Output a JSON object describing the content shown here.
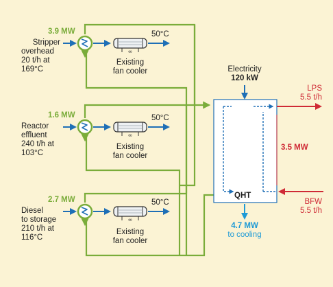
{
  "streams": [
    {
      "duty": "3.9 MW",
      "name_lines": [
        "Stripper",
        "overhead"
      ],
      "flow": "20 t/h at",
      "temp": "169°C",
      "outlet_temp": "50°C",
      "cooler_lines": [
        "Existing",
        "fan cooler"
      ]
    },
    {
      "duty": "1.6 MW",
      "name_lines": [
        "Reactor",
        "effluent"
      ],
      "flow": "240 t/h at",
      "temp": "103°C",
      "outlet_temp": "50°C",
      "cooler_lines": [
        "Existing",
        "fan cooler"
      ]
    },
    {
      "duty": "2.7 MW",
      "name_lines": [
        "Diesel",
        "to storage"
      ],
      "flow": "210 t/h at",
      "temp": "116°C",
      "outlet_temp": "50°C",
      "cooler_lines": [
        "Existing",
        "fan cooler"
      ]
    }
  ],
  "electricity": {
    "label": "Electricity",
    "value": "120 kW"
  },
  "qht": {
    "label": "QHT",
    "internal_duty": "3.5 MW"
  },
  "lps": {
    "label": "LPS",
    "flow": "5.5 t/h"
  },
  "bfw": {
    "label": "BFW",
    "flow": "5.5 t/h"
  },
  "cooling": {
    "value": "4.7 MW",
    "label": "to cooling"
  },
  "colors": {
    "green": "#7aac3a",
    "blue": "#1e6fb6",
    "red": "#cf2a36",
    "light_blue": "#1e9ad6",
    "background": "#fbf3d4"
  }
}
